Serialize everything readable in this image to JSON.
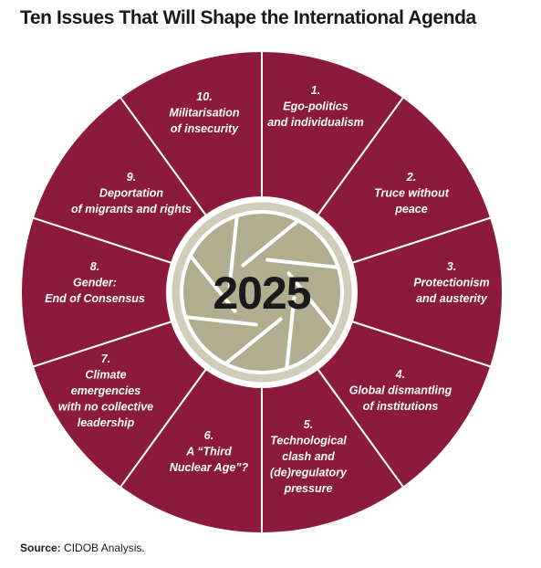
{
  "title": "Ten Issues That Will Shape the International Agenda",
  "center_label": "2025",
  "colors": {
    "segment_fill": "#8b1a3c",
    "segment_border": "#ffffff",
    "center_outer": "#cfccb8",
    "center_inner": "#b3ad8f",
    "aperture_lines": "#ffffff"
  },
  "issues": [
    {
      "number": "1.",
      "lines": [
        "Ego-politics",
        "and individualism"
      ]
    },
    {
      "number": "2.",
      "lines": [
        "Truce without",
        "peace"
      ]
    },
    {
      "number": "3.",
      "lines": [
        "Protectionism",
        "and austerity"
      ]
    },
    {
      "number": "4.",
      "lines": [
        "Global dismantling",
        "of institutions"
      ]
    },
    {
      "number": "5.",
      "lines": [
        "Technological",
        "clash and",
        "(de)regulatory",
        "pressure"
      ]
    },
    {
      "number": "6.",
      "lines": [
        "A “Third",
        "Nuclear Age”?"
      ]
    },
    {
      "number": "7.",
      "lines": [
        "Climate",
        "emergencies",
        "with no collective",
        "leadership"
      ]
    },
    {
      "number": "8.",
      "lines": [
        "Gender:",
        "End of Consensus"
      ]
    },
    {
      "number": "9.",
      "lines": [
        "Deportation",
        "of migrants and rights"
      ]
    },
    {
      "number": "10.",
      "lines": [
        "Militarisation",
        "of insecurity"
      ]
    }
  ],
  "source": {
    "label": "Source:",
    "text": " CIDOB Analysis."
  }
}
